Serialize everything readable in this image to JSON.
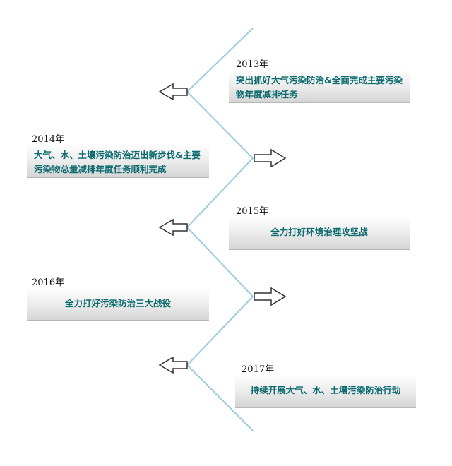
{
  "milestones": [
    {
      "year": "2013年",
      "text": "突出抓好大气污染防治&全面完成主要污染物年度减排任务",
      "arrow": "left"
    },
    {
      "year": "2014年",
      "text": "大气、水、土壤污染防治迈出新步伐&主要污染物总量减排年度任务顺利完成",
      "arrow": "right"
    },
    {
      "year": "2015年",
      "text": "全力打好环境治理攻坚战",
      "arrow": "left"
    },
    {
      "year": "2016年",
      "text": "全力打好污染防治三大战役",
      "arrow": "right"
    },
    {
      "year": "2017年",
      "text": "持续开展大气、水、土壤污染防治行动",
      "arrow": "left"
    }
  ],
  "colors": {
    "line": "#9dcbe0",
    "text": "#0d6b70",
    "arrow_stroke": "#333333"
  }
}
